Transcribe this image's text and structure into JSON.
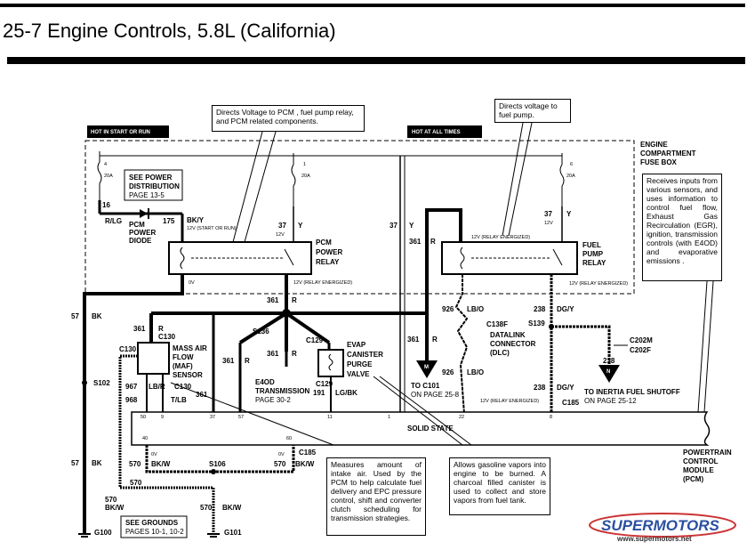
{
  "header": {
    "title": "25-7 Engine Controls, 5.8L (California)"
  },
  "callouts": {
    "pcm_power": "Directs Voltage to PCM , fuel pump relay, and PCM related components.",
    "fuel_pump": "Directs voltage to fuel pump.",
    "pcm_desc": "Receives inputs from various sensors, and uses information to control fuel flow, Exhaust Gas Recirculation (EGR), ignition, transmission controls (with E4OD) and evaporative emissions .",
    "maf_desc": "Measures amount of intake air. Used by the PCM to help calculate fuel delivery and EPC pressure control, shift and converter clutch scheduling for transmission strategies.",
    "evap_desc": "Allows gasoline vapors into engine to be burned. A charcoal filled canister is used to collect and store vapors from fuel tank."
  },
  "hot_labels": {
    "start_run": "HOT IN START OR RUN",
    "all_times": "HOT AT ALL TIMES"
  },
  "fuse_box": {
    "l1": "ENGINE",
    "l2": "COMPARTMENT",
    "l3": "FUSE BOX"
  },
  "fuses": {
    "f1_num": "4",
    "f1_amp": "20A",
    "f2_num": "1",
    "f2_amp": "20A",
    "f3_num": "6",
    "f3_amp": "20A"
  },
  "power_dist": {
    "l1": "SEE POWER",
    "l2": "DISTRIBUTION",
    "l3": "PAGE 13-5"
  },
  "diode": {
    "l1": "PCM",
    "l2": "POWER",
    "l3": "DIODE"
  },
  "relays": {
    "pcm_l1": "PCM",
    "pcm_l2": "POWER",
    "pcm_l3": "RELAY",
    "fuel_l1": "FUEL",
    "fuel_l2": "PUMP",
    "fuel_l3": "RELAY"
  },
  "wire_labels": {
    "w16": "16",
    "rlg": "R/LG",
    "w175": "175",
    "bky": "BK/Y",
    "v12_start_run": "12V (START OR RUN)",
    "w37a": "37",
    "y_a": "Y",
    "v12a": "12V",
    "w37b": "37",
    "y_b": "Y",
    "w37c": "37",
    "y_c": "Y",
    "v12c": "12V",
    "w361a": "361",
    "r_a": "R",
    "v12_relay_a": "12V (RELAY ENERGIZED)",
    "v12_relay_b": "12V (RELAY ENERGIZED)",
    "v12_relay_c": "12V (RELAY ENERGIZED)",
    "v12_relay_d": "12V (RELAY ENERGIZED)",
    "v0": "0V",
    "w57a": "57",
    "bk_a": "BK",
    "w361b": "361",
    "r_b": "R",
    "w361c": "361",
    "r_c": "R",
    "w361d": "361",
    "r_d": "R",
    "w361e": "361",
    "r_e": "R",
    "w361f": "361",
    "r_f": "R",
    "w361g": "361",
    "w926a": "926",
    "lbo_a": "LB/O",
    "w926b": "926",
    "lbo_b": "LB/O",
    "w238a": "238",
    "dgy_a": "DG/Y",
    "w238b": "238",
    "dgy_b": "DG/Y",
    "w238c": "238",
    "w967": "967",
    "lbr": "LB/R",
    "w968": "968",
    "tlb": "T/LB",
    "w191": "191",
    "lgbk": "LG/BK",
    "w57b": "57",
    "bk_b": "BK",
    "w570a": "570",
    "bkw_a": "BK/W",
    "w570b": "570",
    "bkw_b": "BK/W",
    "w570c": "570",
    "w570d": "570",
    "bkw_d": "BK/W",
    "w570e": "570",
    "bkw_e": "BK/W",
    "ov_a": "0V",
    "ov_b": "0V"
  },
  "connectors": {
    "s136": "S136",
    "c130a": "C130",
    "c130b": "C130",
    "c130c": "C130",
    "c129a": "C129",
    "c129b": "C129",
    "c138f": "C138F",
    "s139": "S139",
    "c202m": "C202M",
    "c202f": "C202F",
    "c185a": "C185",
    "c185b": "C185",
    "s102": "S102",
    "s106": "S106"
  },
  "components": {
    "maf_l1": "MASS AIR",
    "maf_l2": "FLOW",
    "maf_l3": "(MAF)",
    "maf_l4": "SENSOR",
    "evap_l1": "EVAP",
    "evap_l2": "CANISTER",
    "evap_l3": "PURGE",
    "evap_l4": "VALVE",
    "dlc_l1": "DATALINK",
    "dlc_l2": "CONNECTOR",
    "dlc_l3": "(DLC)",
    "e4od_l1": "E4OD",
    "e4od_l2": "TRANSMISSION",
    "e4od_l3": "PAGE 30-2",
    "c101_l1": "TO C101",
    "c101_l2": "ON PAGE 25-8",
    "inertia_l1": "TO INERTIA FUEL SHUTOFF",
    "inertia_l2": "ON  PAGE 25-12",
    "marker_m": "M",
    "marker_n": "N"
  },
  "pcm": {
    "solid_state": "SOLID STATE",
    "pins": [
      "50",
      "9",
      "37",
      "57",
      "11",
      "1",
      "22",
      "8"
    ],
    "pin40": "40",
    "pin60": "60",
    "l1": "POWERTRAIN",
    "l2": "CONTROL",
    "l3": "MODULE",
    "l4": "(PCM)"
  },
  "grounds": {
    "see_l1": "SEE GROUNDS",
    "see_l2": "PAGES 10-1, 10-2",
    "g100": "G100",
    "g101": "G101"
  },
  "watermark": {
    "brand": "SUPERMOTORS",
    "url": "www.supermotors.net"
  }
}
